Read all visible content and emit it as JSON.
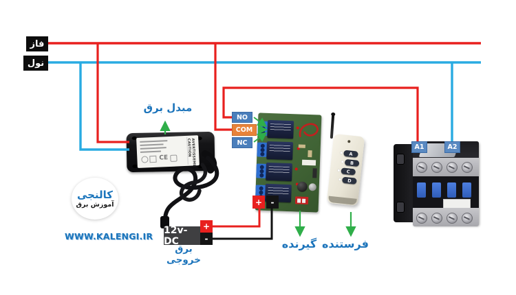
{
  "source": {
    "phase": "فاز",
    "neutral": "نول"
  },
  "adapter": {
    "label": "مبدل برق",
    "plate": {
      "caution": "CAUTION",
      "avertissement": "AVERTISSEMENT",
      "ce_mark": "CE"
    }
  },
  "receiver": {
    "label": "گیرنده",
    "terminals": {
      "no": "NO",
      "com": "COM",
      "nc": "NC"
    },
    "power": {
      "plus": "+",
      "minus": "-"
    }
  },
  "transmitter": {
    "label": "فرستنده",
    "buttons": [
      "A",
      "B",
      "C",
      "D"
    ]
  },
  "contactor": {
    "a1": "A1",
    "a2": "A2"
  },
  "dc_output": {
    "label": "12v-DC",
    "caption": "برق خروجی",
    "plus": "+",
    "minus": "-"
  },
  "branding": {
    "logo_title": "کالنجی",
    "logo_subtitle": "آموزش برق",
    "website": "WWW.KALENGI.IR"
  },
  "colors": {
    "phase_wire": "#e8201e",
    "neutral_wire": "#29abe2",
    "dc_negative_wire": "#121212",
    "arrow_green": "#2fae49",
    "label_blue": "#1c74bb",
    "terminal_blue": "#4a7ebb",
    "com_orange": "#e8833a"
  }
}
